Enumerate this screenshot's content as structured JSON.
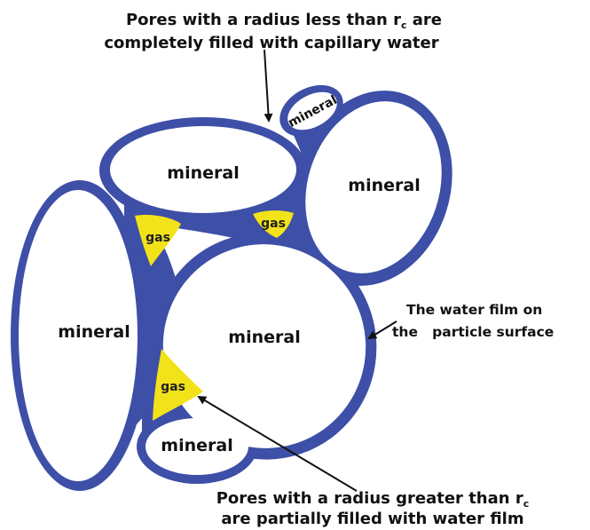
{
  "colors": {
    "water": "#3d4fa6",
    "gas": "#f2e21a",
    "mineral_fill": "#ffffff",
    "text": "#111111"
  },
  "labels": {
    "mineral": "mineral",
    "gas": "gas"
  },
  "top_caption": {
    "line1_pre": "Pores with a radius less than r",
    "line1_sub": "c",
    "line1_post": " are",
    "line2": "completely filled with capillary water"
  },
  "side_note": {
    "line1": "The water film on",
    "line2": "the   particle surface"
  },
  "bottom_caption": {
    "line1_pre": "Pores with a radius greater than r",
    "line1_sub": "c",
    "line2": "are partially filled with water film"
  }
}
